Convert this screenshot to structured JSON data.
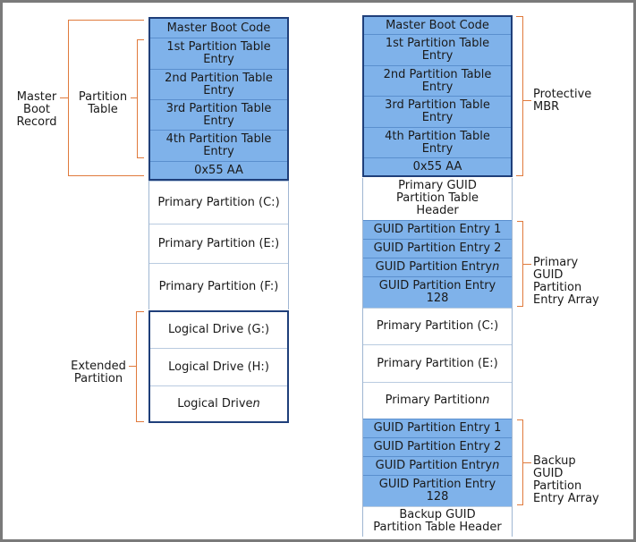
{
  "left_column": {
    "mbr": [
      "Master Boot Code",
      "1st Partition Table\nEntry",
      "2nd Partition Table\nEntry",
      "3rd Partition Table\nEntry",
      "4th Partition Table\nEntry",
      "0x55 AA"
    ],
    "primary": [
      "Primary Partition (C:)",
      "Primary Partition (E:)",
      "Primary Partition (F:)"
    ],
    "logical": [
      "Logical Drive (G:)",
      "Logical Drive (H:)",
      "Logical Drive "
    ],
    "logical_n": "n",
    "labels": {
      "master_boot_record": "Master\nBoot\nRecord",
      "partition_table": "Partition\nTable",
      "extended_partition": "Extended\nPartition"
    }
  },
  "right_column": {
    "mbr": [
      "Master Boot Code",
      "1st Partition Table\nEntry",
      "2nd Partition Table\nEntry",
      "3rd Partition Table\nEntry",
      "4th Partition Table\nEntry",
      "0x55 AA"
    ],
    "gpt_header": "Primary GUID\nPartition Table\nHeader",
    "primary_entries": [
      "GUID Partition Entry 1",
      "GUID Partition Entry 2",
      "GUID Partition Entry ",
      "GUID Partition Entry\n128"
    ],
    "partitions": [
      "Primary Partition (C:)",
      "Primary Partition (E:)",
      "Primary Partition "
    ],
    "backup_entries": [
      "GUID Partition Entry 1",
      "GUID Partition Entry 2",
      "GUID Partition Entry ",
      "GUID Partition Entry\n128"
    ],
    "backup_header": "Backup GUID\nPartition Table Header",
    "n": "n",
    "labels": {
      "protective_mbr": "Protective\nMBR",
      "primary_array": "Primary\nGUID\nPartition\nEntry Array",
      "backup_array": "Backup\nGUID\nPartition\nEntry Array"
    }
  }
}
